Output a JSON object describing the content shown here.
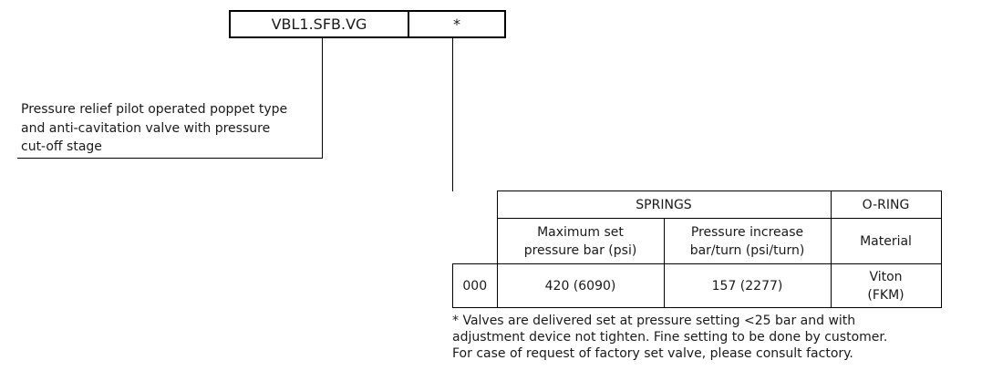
{
  "code": {
    "main": "VBL1.SFB.VG",
    "option": "*"
  },
  "description": {
    "line1": "Pressure relief pilot operated poppet type",
    "line2": "and anti-cavitation valve with pressure",
    "line3": "cut-off stage"
  },
  "table": {
    "group_springs": "SPRINGS",
    "group_oring": "O-RING",
    "col_max_set_l1": "Maximum set",
    "col_max_set_l2": "pressure bar (psi)",
    "col_increase_l1": "Pressure increase",
    "col_increase_l2": "bar/turn (psi/turn)",
    "col_material": "Material",
    "rows": [
      {
        "code": "000",
        "max_set": "420 (6090)",
        "increase": "157 (2277)",
        "material_l1": "Viton",
        "material_l2": "(FKM)"
      }
    ]
  },
  "footnote": {
    "line1": "* Valves are delivered set at pressure setting <25 bar and with",
    "line2": "adjustment device not tighten. Fine setting to be done by customer.",
    "line3": "For case of request of factory set valve, please consult factory."
  }
}
